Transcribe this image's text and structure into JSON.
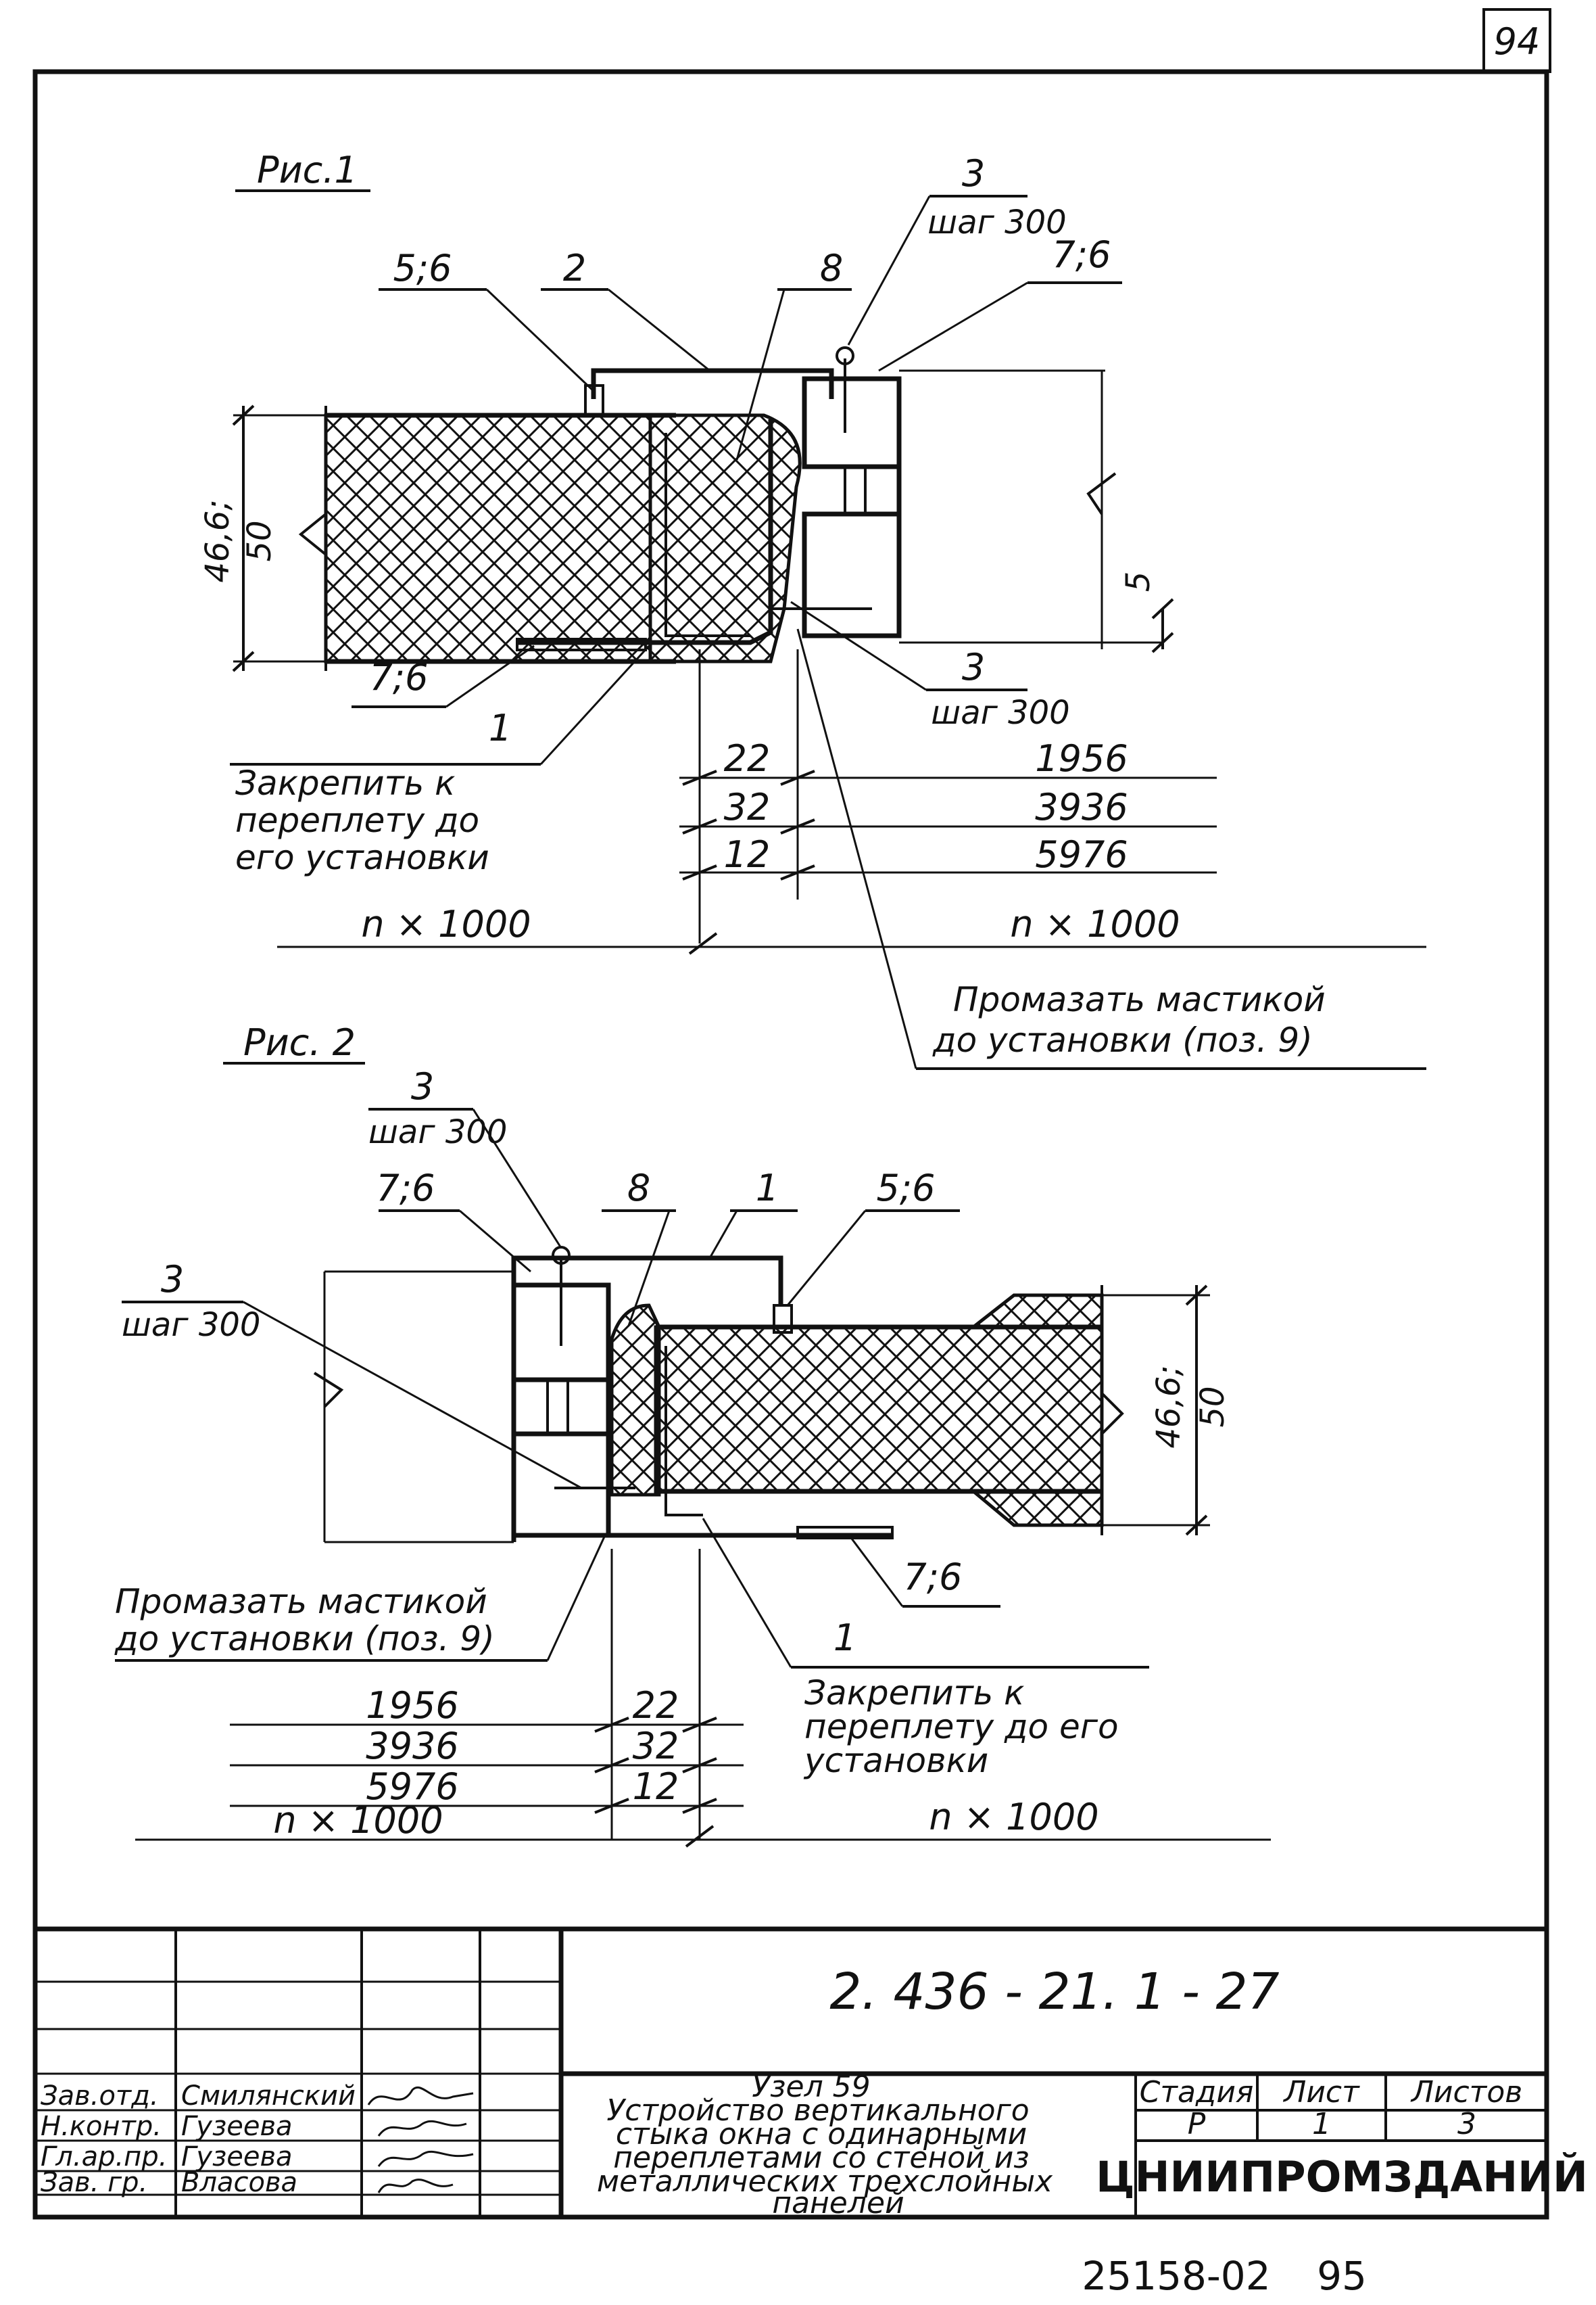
{
  "sheet": {
    "corner_number": "94",
    "bottom_code": "25158-02",
    "bottom_page": "95"
  },
  "fig1": {
    "caption": "Рис.1",
    "callouts": {
      "c56": "5;6",
      "c2": "2",
      "c8": "8",
      "c3top": "3",
      "c3top_step": "шаг 300",
      "c76top": "7;6",
      "c76bottom": "7;6",
      "c1": "1",
      "c3bottom": "3",
      "c3bottom_step": "шаг 300"
    },
    "dim_height_a": "46,6;",
    "dim_height_b": "50",
    "dim_right": "5",
    "note_fasten_1": "Закрепить к",
    "note_fasten_2": "переплету до",
    "note_fasten_3": "его установки",
    "note_mastic_1": "Промазать мастикой",
    "note_mastic_2": "до установки (поз. 9)",
    "rows": [
      {
        "small": "22",
        "large": "1956"
      },
      {
        "small": "32",
        "large": "3936"
      },
      {
        "small": "12",
        "large": "5976"
      }
    ],
    "module_left": "n × 1000",
    "module_right": "n × 1000"
  },
  "fig2": {
    "caption": "Рис. 2",
    "callouts": {
      "c3top": "3",
      "c3top_step": "шаг 300",
      "c76": "7;6",
      "c8": "8",
      "c1top": "1",
      "c56": "5;6",
      "c3left": "3",
      "c3left_step": "шаг 300",
      "c76bottom": "7;6",
      "c1bottom": "1"
    },
    "dim_height_a": "46,6;",
    "dim_height_b": "50",
    "note_mastic_1": "Промазать мастикой",
    "note_mastic_2": "до установки (поз. 9)",
    "note_fasten_1": "Закрепить к",
    "note_fasten_2": "переплету до его",
    "note_fasten_3": "установки",
    "rows": [
      {
        "large": "1956",
        "small": "22"
      },
      {
        "large": "3936",
        "small": "32"
      },
      {
        "large": "5976",
        "small": "12"
      }
    ],
    "module_left": "n × 1000",
    "module_right": "n × 1000"
  },
  "title_block": {
    "document_code": "2. 436 - 21. 1 - 27",
    "title_line1": "Узел 59",
    "title_line2": "Устройство вертикального",
    "title_line3": "стыка окна с одинарными",
    "title_line4": "переплетами со стеной из",
    "title_line5": "металлических трехслойных",
    "title_line6": "панелей",
    "stage_header": "Стадия",
    "sheet_header": "Лист",
    "sheets_header": "Листов",
    "stage_value": "Р",
    "sheet_value": "1",
    "sheets_value": "3",
    "organization": "ЦНИИПРОМЗДАНИЙ",
    "staff": [
      {
        "role": "Зав.отд.",
        "name": "Смилянский",
        "signature": "Smil"
      },
      {
        "role": "Н.контр.",
        "name": "Гузеева",
        "signature": "Guz"
      },
      {
        "role": "Гл.ар.пр.",
        "name": "Гузеева",
        "signature": "Guz"
      },
      {
        "role": "Зав. гр.",
        "name": "Власова",
        "signature": "Vl"
      }
    ]
  }
}
